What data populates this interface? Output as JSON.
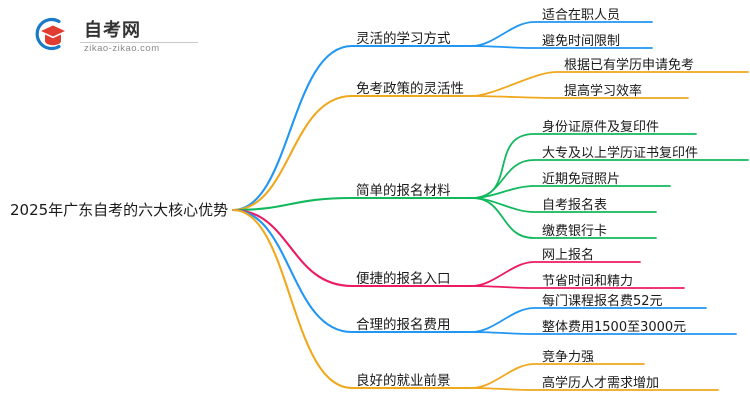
{
  "logo": {
    "brand": "自考网",
    "url": "zikao-zikao.com",
    "mark_icon": "graduation-cap-circle-icon",
    "arc_color": "#1b79c8",
    "cap_color": "#e03c31"
  },
  "mindmap": {
    "root": "2025年广东自考的六大核心优势",
    "branches": [
      {
        "label": "灵活的学习方式",
        "color": "#2196f3",
        "children": [
          "适合在职人员",
          "避免时间限制"
        ]
      },
      {
        "label": "免考政策的灵活性",
        "color": "#f0a81e",
        "children": [
          "根据已有学历申请免考",
          "提高学习效率"
        ]
      },
      {
        "label": "简单的报名材料",
        "color": "#12b85c",
        "children": [
          "身份证原件及复印件",
          "大专及以上学历证书复印件",
          "近期免冠照片",
          "自考报名表",
          "缴费银行卡"
        ]
      },
      {
        "label": "便捷的报名入口",
        "color": "#ec1a63",
        "children": [
          "网上报名",
          "节省时间和精力"
        ]
      },
      {
        "label": "合理的报名费用",
        "color": "#2196f3",
        "children": [
          "每门课程报名费52元",
          "整体费用1500至3000元"
        ]
      },
      {
        "label": "良好的就业前景",
        "color": "#f0a81e",
        "children": [
          "竞争力强",
          "高学历人才需求增加"
        ]
      }
    ]
  }
}
